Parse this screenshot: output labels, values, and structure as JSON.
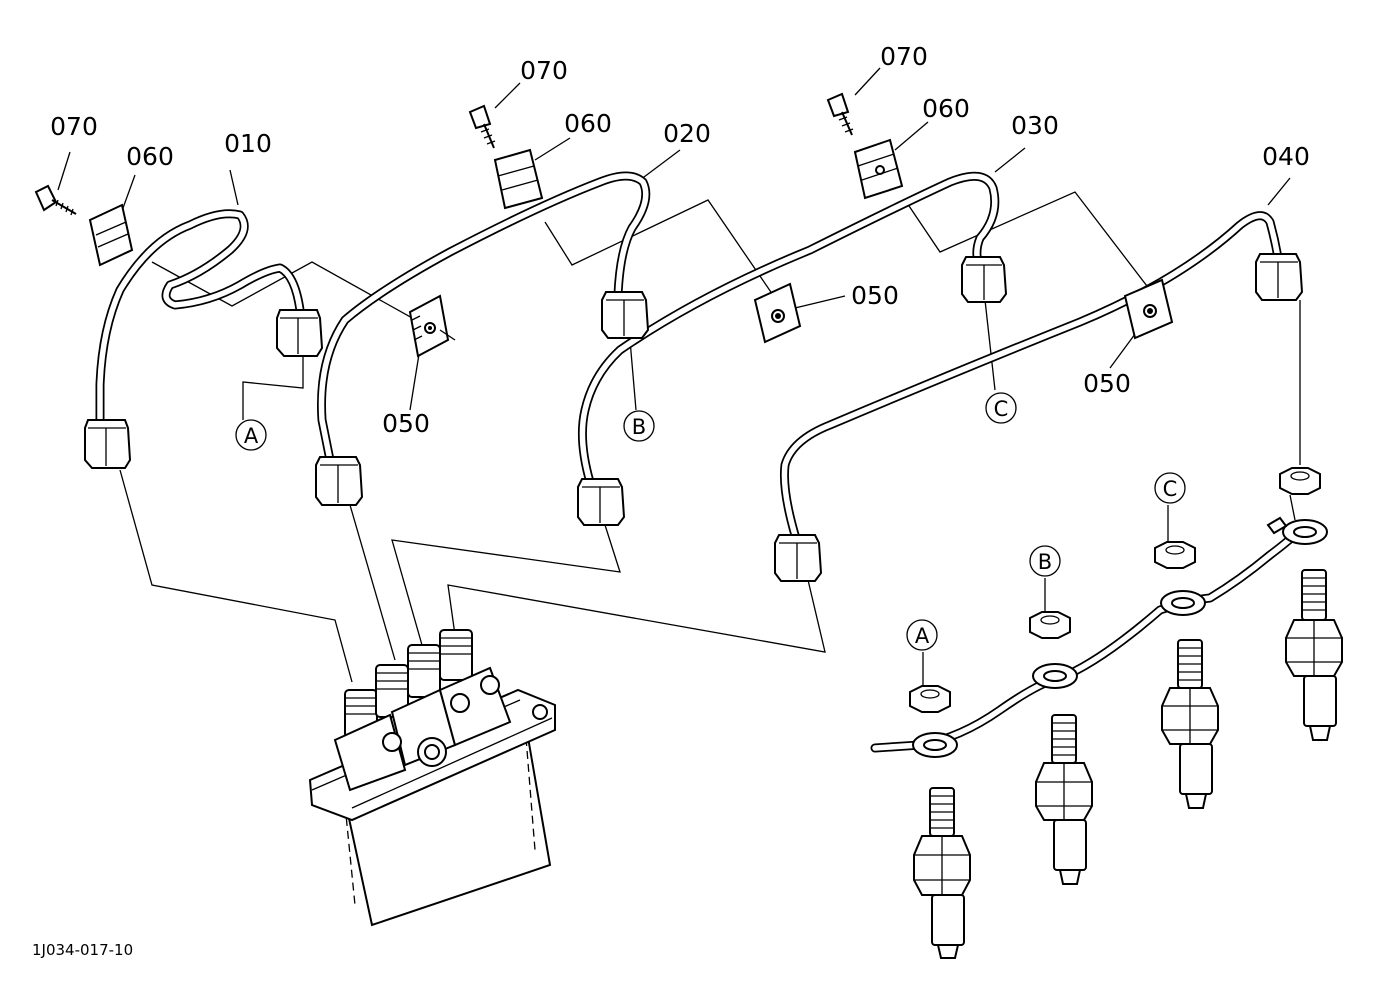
{
  "diagram": {
    "part_labels": {
      "p010": "010",
      "p020": "020",
      "p030": "030",
      "p040": "040",
      "p050_a": "050",
      "p050_b": "050",
      "p050_c": "050",
      "p060_a": "060",
      "p060_b": "060",
      "p060_c": "060",
      "p070_a": "070",
      "p070_b": "070",
      "p070_c": "070"
    },
    "connection_markers": {
      "pipe_a": "A",
      "pipe_b": "B",
      "pipe_c": "C",
      "nozzle_a": "A",
      "nozzle_b": "B",
      "nozzle_c": "C"
    },
    "drawing_code": "1J034-017-10"
  }
}
